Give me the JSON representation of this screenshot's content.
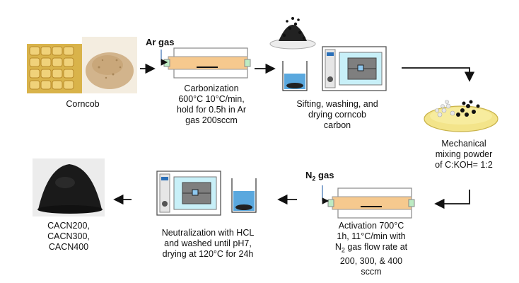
{
  "steps": {
    "corncob": {
      "label": "Corncob"
    },
    "carbonization": {
      "gas": "Ar gas",
      "lines": [
        "Carbonization",
        "600°C 10°C/min,",
        "hold for 0.5h in Ar",
        "gas 200sccm"
      ]
    },
    "sifting": {
      "lines": [
        "Sifting, washing, and",
        "drying corncob",
        "carbon"
      ]
    },
    "mixing": {
      "lines": [
        "Mechanical",
        "mixing powder",
        "of C:KOH= 1:2"
      ]
    },
    "activation": {
      "gas_prefix": "N",
      "gas_sub": "2",
      "gas_suffix": " gas",
      "line1": "Activation 700°C",
      "line2": "1h, 11°C/min with",
      "line3_prefix": "N",
      "line3_sub": "2",
      "line3_suffix": " gas flow rate at",
      "line4": "200, 300, & 400",
      "line5": "sccm"
    },
    "neutralization": {
      "lines": [
        "Neutralization with HCL",
        "and washed until pH7,",
        "drying at 120°C for 24h"
      ]
    },
    "product": {
      "lines": [
        "CACN200,",
        "CACN300,",
        "CACN400"
      ]
    }
  },
  "colors": {
    "tube": "#f6c98e",
    "oven_window": "#c8f0f8",
    "dish": "#f3e48a",
    "beaker_liquid": "#5aa8de"
  }
}
